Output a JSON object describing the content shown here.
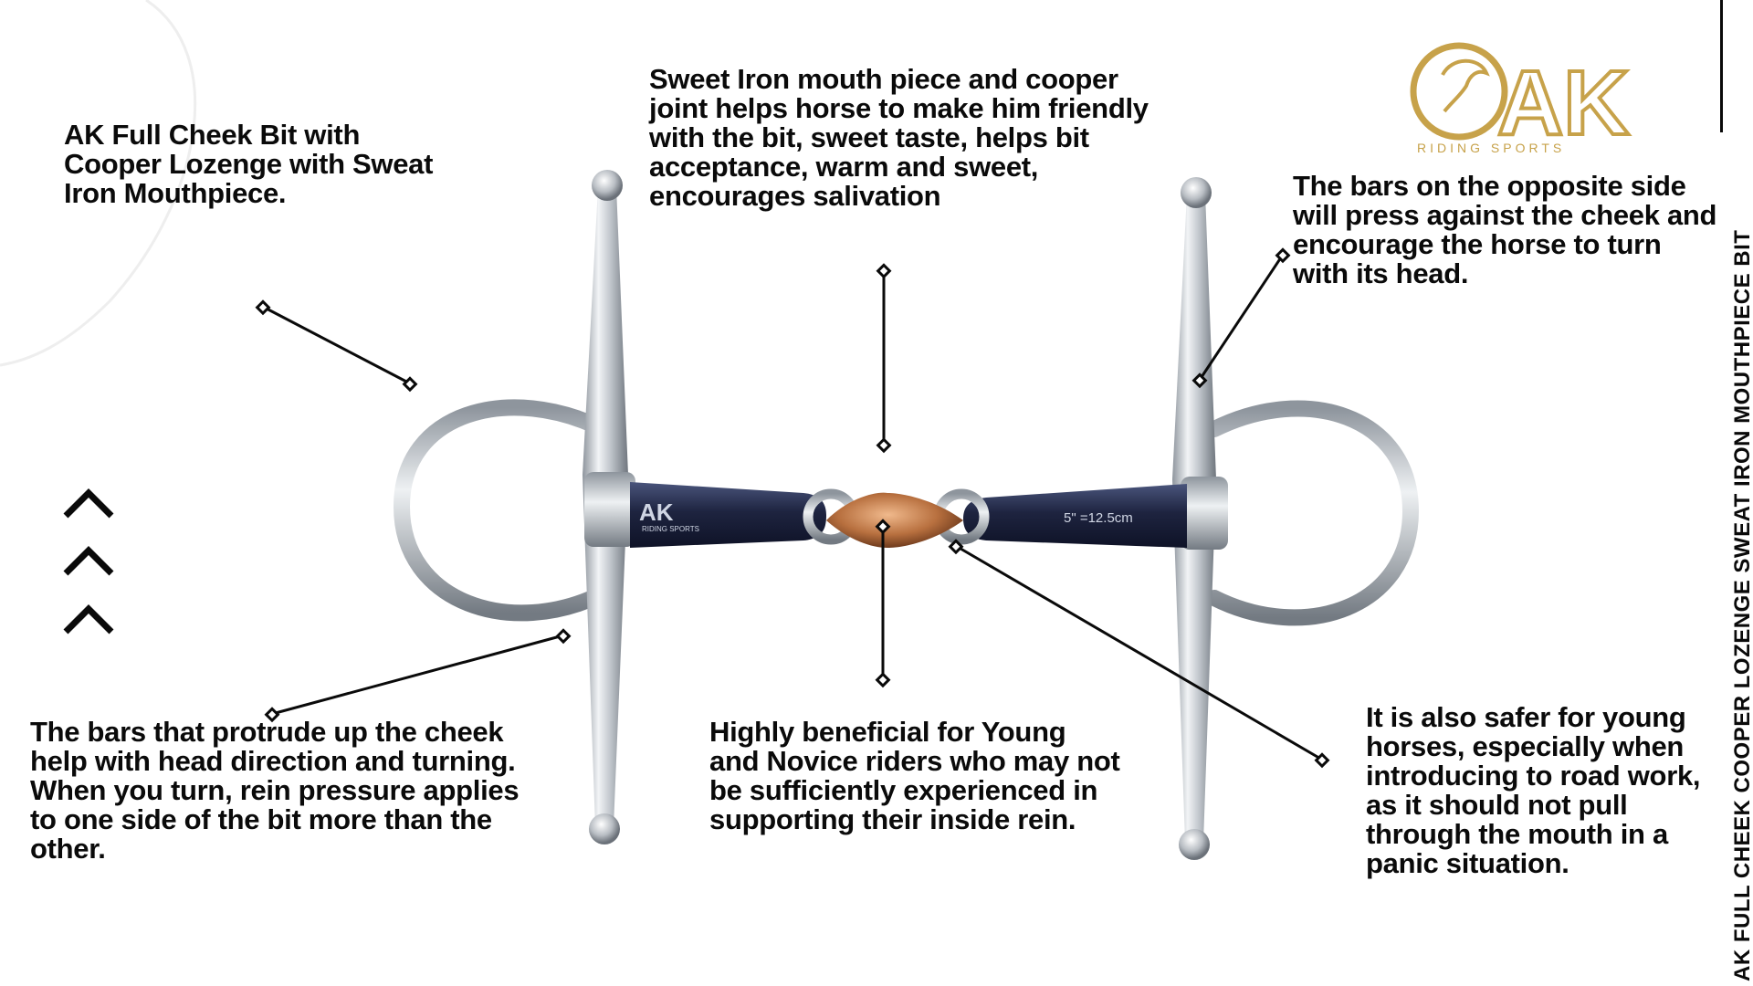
{
  "brand": {
    "logo_text": "AK",
    "logo_subtext": "RIDING  SPORTS",
    "gold_color": "#c7a24a"
  },
  "side_title": "AK FULL CHEEK COOPER LOZENGE SWEAT IRON MOUTHPIECE BIT",
  "annotations": {
    "top_left": "AK Full Cheek Bit with Cooper Lozenge with Sweat Iron Mouthpiece.",
    "top_center": "Sweet Iron mouth piece and cooper joint helps horse to make him friendly with the bit, sweet taste, helps bit acceptance, warm and sweet, encourages salivation",
    "top_right": "The bars on the opposite side will press against the cheek and encourage the horse to turn with its head.",
    "bottom_left": "The bars that protrude up the cheek help with head direction and turning. When you turn, rein pressure applies to one side of the bit more than the other.",
    "bottom_center": "Highly beneficial for Young and Novice riders who may not be sufficiently experienced in supporting their inside rein.",
    "bottom_right": "It is also safer for young horses, especially when introducing to road work, as it should not pull through the mouth in a panic situation."
  },
  "product": {
    "engraving_logo": "AK",
    "engraving_sub": "RIDING SPORTS",
    "size_label": "5\" =12.5cm",
    "copper_color": "#b87a4b",
    "mouthpiece_color": "#2a3150",
    "steel_color": "#b9bfc6"
  },
  "icons": [
    "chevron-up-icon",
    "chevron-up-icon",
    "chevron-up-icon"
  ]
}
